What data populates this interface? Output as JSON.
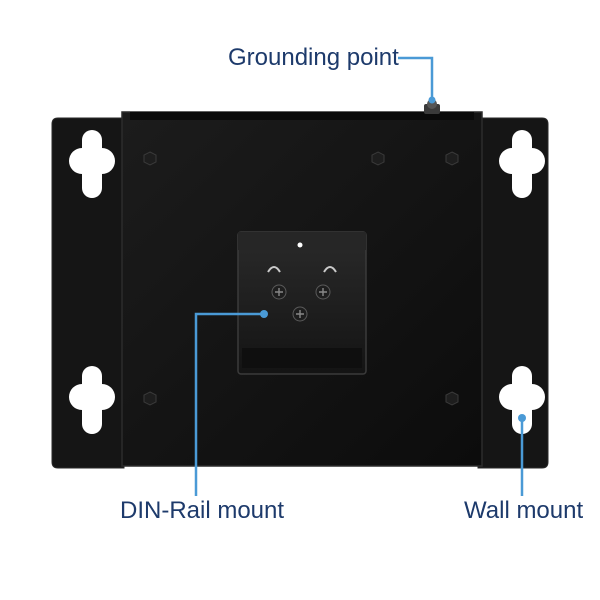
{
  "colors": {
    "label_text": "#1d3a6b",
    "callout_line": "#4a9ad6",
    "device_body": "#121212",
    "bracket": "#151515",
    "din_plate": "#1b1b1b"
  },
  "callouts": {
    "grounding_point": "Grounding point",
    "din_rail_mount": "DIN-Rail mount",
    "wall_mount": "Wall mount"
  }
}
